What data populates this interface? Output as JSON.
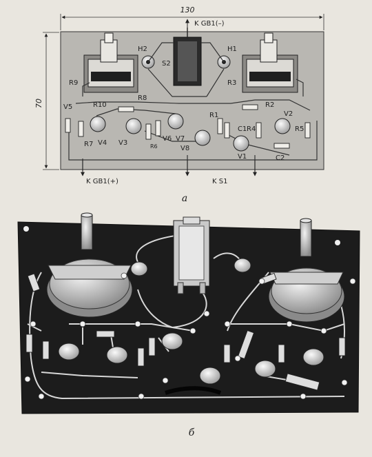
{
  "diagram_a": {
    "caption": "а",
    "dim_width": "130",
    "dim_height": "70",
    "labels": {
      "gb1_minus": "K GB1(–)",
      "gb1_plus": "K GB1(+)",
      "s1": "K  S1",
      "h1": "H1",
      "h2": "H2",
      "s2": "S2",
      "r1": "R1",
      "r2": "R2",
      "r3": "R3",
      "r4": "R4",
      "r5": "R5",
      "r6": "R6",
      "r7": "R7",
      "r8": "R8",
      "r9": "R9",
      "r10": "R10",
      "c1": "C1",
      "c2": "C2",
      "v1": "V1",
      "v2": "V2",
      "v3": "V3",
      "v4": "V4",
      "v5": "V5",
      "v6": "V6",
      "v7": "V7",
      "v8": "V8"
    }
  },
  "diagram_b": {
    "caption": "б"
  }
}
